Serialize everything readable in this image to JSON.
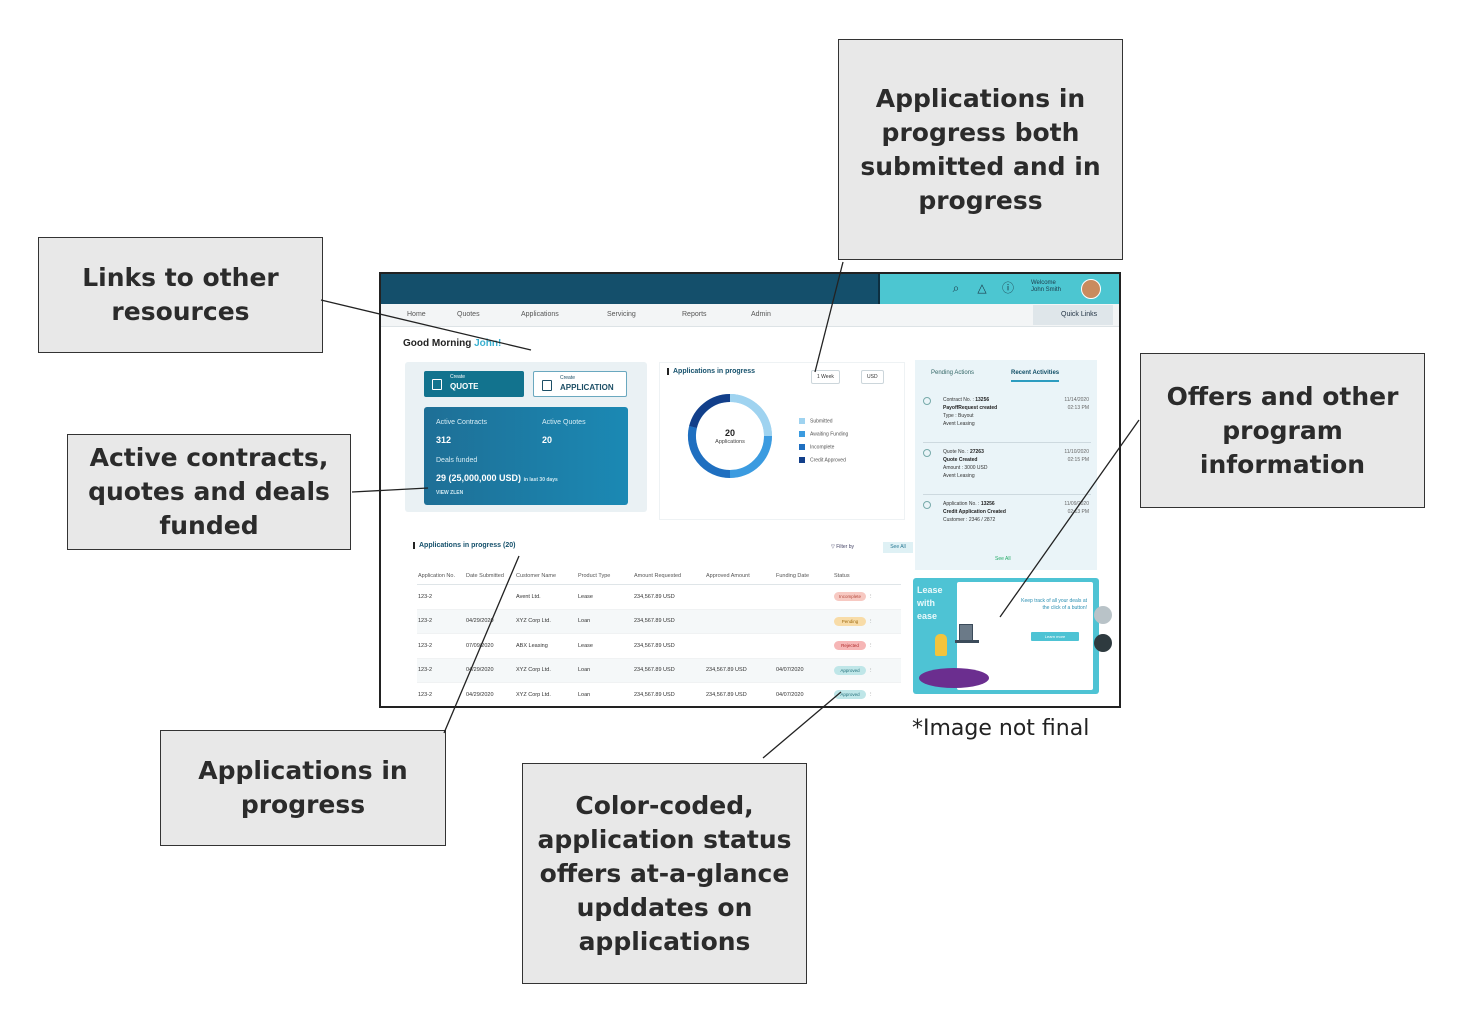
{
  "callouts": {
    "links": [
      "Links to other",
      "resources"
    ],
    "active": [
      "Active contracts,",
      "quotes and deals",
      "funded"
    ],
    "in_progress": [
      "Applications in",
      "progress"
    ],
    "status": [
      "Color-coded,",
      "application status",
      "offers at-a-glance",
      "upddates on",
      "applications"
    ],
    "both": [
      "Applications in",
      "progress both",
      "submitted and in",
      "progress"
    ],
    "offers": [
      "Offers and other",
      "program",
      "information"
    ]
  },
  "note": "*Image not final",
  "dashboard": {
    "welcome": [
      "Welcome",
      "John Smith"
    ],
    "nav": [
      "Home",
      "Quotes",
      "Applications",
      "Servicing",
      "Reports",
      "Admin"
    ],
    "quick_links": "Quick Links",
    "greeting": "Good Morning",
    "greeting_name": "John!",
    "create_quote": {
      "small": "Create",
      "big": "QUOTE"
    },
    "create_app": {
      "small": "Create",
      "big": "APPLICATION"
    },
    "stats": {
      "active_contracts_label": "Active Contracts",
      "active_contracts_value": "312",
      "active_quotes_label": "Active Quotes",
      "active_quotes_value": "20",
      "deals_funded_label": "Deals funded",
      "deals_funded_value": "29 (25,000,000 USD)",
      "deals_funded_period": "in last 30 days",
      "view_link": "VIEW ZLEN"
    },
    "progress_panel": {
      "title": "Applications in progress",
      "period": "1 Week",
      "currency": "USD",
      "donut_value": "20",
      "donut_label": "Applications",
      "legend": [
        {
          "label": "Submitted",
          "color": "#9fd3f0"
        },
        {
          "label": "Awaiting Funding",
          "color": "#3b9be0"
        },
        {
          "label": "Incomplete",
          "color": "#1f6fc0"
        },
        {
          "label": "Credit Approved",
          "color": "#123f8a"
        }
      ]
    },
    "right_panel": {
      "tabs": [
        "Pending Actions",
        "Recent Activities"
      ],
      "activities": [
        {
          "title_prefix": "Contract No. :",
          "title_num": "13256",
          "lines": [
            "PayoffRequest created",
            "Type : Buyout",
            "Avent Leasing"
          ],
          "date": "11/14/2020",
          "time": "02:13 PM"
        },
        {
          "title_prefix": "Quote No. :",
          "title_num": "27263",
          "lines": [
            "Quote Created",
            "Amount : 3000 USD",
            "Avent Leasing"
          ],
          "date": "11/10/2020",
          "time": "02:15 PM"
        },
        {
          "title_prefix": "Application No. :",
          "title_num": "13256",
          "lines": [
            "Credit Application Created",
            "Customer : 2346 / 2872"
          ],
          "date": "11/09/2020",
          "time": "02:13 PM"
        }
      ],
      "see_all": "See All"
    },
    "promo": {
      "title": [
        "Lease",
        "with",
        "ease"
      ],
      "text": "Keep track of all your deals at the click of a button!",
      "button": "Learn more"
    },
    "table_panel": {
      "title": "Applications in progress (20)",
      "filter": "Filter by",
      "see_all": "See All",
      "columns": [
        "Application No.",
        "Date Submitted",
        "Customer Name",
        "Product Type",
        "Amount Requested",
        "Approved Amount",
        "Funding Date",
        "Status"
      ],
      "rows": [
        [
          "123-2",
          "",
          "Avent Ltd.",
          "Lease",
          "234,567.89 USD",
          "",
          "",
          "Incomplete"
        ],
        [
          "123-2",
          "04/29/2020",
          "XYZ Corp Ltd.",
          "Loan",
          "234,567.89 USD",
          "",
          "",
          "Pending"
        ],
        [
          "123-2",
          "07/09/2020",
          "ABX Leasing",
          "Lease",
          "234,567.89 USD",
          "",
          "",
          "Rejected"
        ],
        [
          "123-2",
          "04/29/2020",
          "XYZ Corp Ltd.",
          "Loan",
          "234,567.89 USD",
          "234,567.89 USD",
          "04/07/2020",
          "Approved"
        ],
        [
          "123-2",
          "04/29/2020",
          "XYZ Corp Ltd.",
          "Loan",
          "234,567.89 USD",
          "234,567.89 USD",
          "04/07/2020",
          "Approved"
        ]
      ],
      "status_colors": {
        "Incomplete": {
          "bg": "#f7c9c2",
          "fg": "#b4473a"
        },
        "Pending": {
          "bg": "#f8dca8",
          "fg": "#a06d13"
        },
        "Rejected": {
          "bg": "#f6b6b6",
          "fg": "#b02a2a"
        },
        "Approved": {
          "bg": "#bfe6e8",
          "fg": "#24707a"
        }
      }
    }
  }
}
